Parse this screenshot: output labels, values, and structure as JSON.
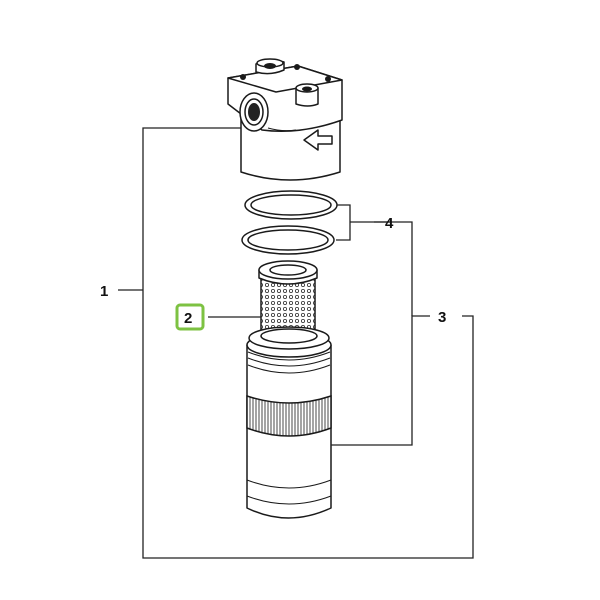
{
  "callouts": {
    "c1": "1",
    "c2": "2",
    "c3": "3",
    "c4": "4"
  },
  "highlight": {
    "callout": "2",
    "color": "#7dc242"
  },
  "icons": {
    "flow_direction": "left-arrow-icon"
  }
}
